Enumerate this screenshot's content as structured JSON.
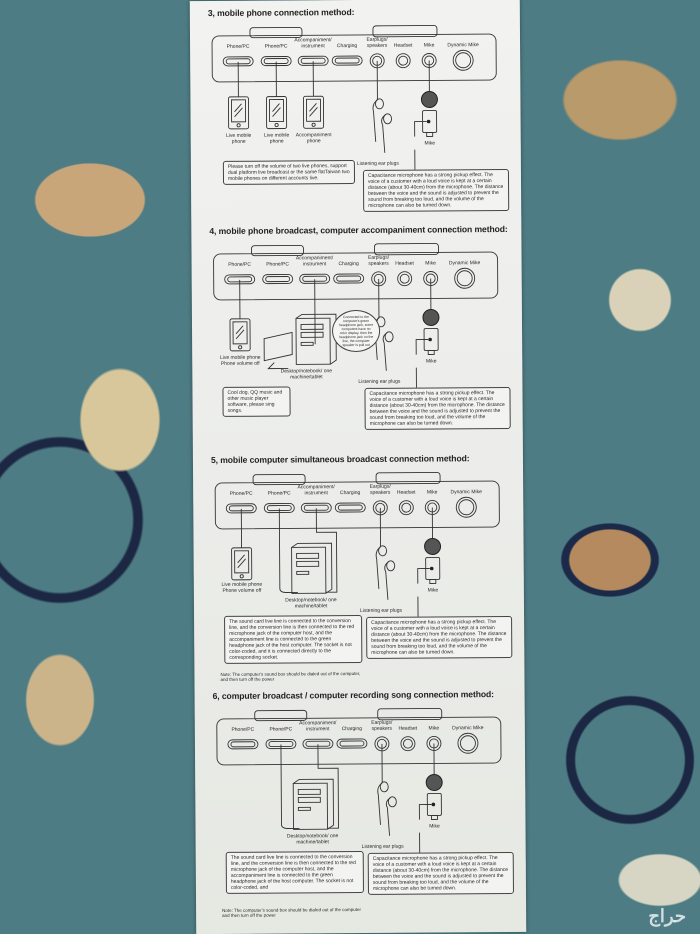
{
  "ports": [
    "Phone/PC",
    "Phone/PC",
    "Accompaniment/ instrument",
    "Charging",
    "Earplugs/ speakers",
    "Headset",
    "Mike",
    "Dynamic Mike"
  ],
  "capacitance_note": "Capacitance microphone has a strong pickup effect. The voice of a customer with a loud voice is kept at a certain distance (about 30-40cm) from the microphone. The distance between the voice and the sound is adjusted to prevent the sound from breaking too loud, and the volume of the microphone can also be turned down.",
  "earplugs_label": "Listening ear plugs",
  "mike_label": "Mike",
  "sections": [
    {
      "title": "3, mobile phone connection method:",
      "devices": [
        "Live mobile phone",
        "Live mobile phone",
        "Accompaniment phone"
      ],
      "left_note": "Please turn off the volume of two live phones, support dual platform live broadcast or the same flatTaiwan two mobile phones on different accounts live."
    },
    {
      "title": "4, mobile phone broadcast, computer accompaniment connection method:",
      "devices": [
        "Live mobile phone Phone volume off",
        "Desktop/notebook/ one machine/tablet"
      ],
      "bubble": "Connected to the computer's green headphone jack, some computers have no color display, then the headphone jack on the line, the computer speaker is pull out",
      "left_note": "Cool dog, QQ music and other music player software, please sing songs."
    },
    {
      "title": "5, mobile computer simultaneous broadcast connection method:",
      "devices": [
        "Live mobile phone Phone volume off",
        "Desktop/notebook/ one machine/tablet"
      ],
      "left_note": "The sound card live line is connected to the conversion line, and the conversion line is then connected to the red microphone jack of the computer host, and the accompaniment line is connected to the green headphone jack of the host computer. The socket is not color-coded, and it is connected directly to the corresponding socket.",
      "footer": "Note: The computer's sound box should be dialed out of the computer, and then turn off the power"
    },
    {
      "title": "6, computer broadcast / computer recording song connection method:",
      "devices": [
        "Desktop/notebook/ one machine/tablet"
      ],
      "left_note": "The sound card live line is connected to the conversion line, and the conversion line is then connected to the red microphone jack of the computer host, and the accompaniment line is connected to the green headphone jack of the host computer. The socket is not color-coded, and",
      "footer": "Note: The computer's sound box should be dialed out of the computer and then turn off the power"
    }
  ],
  "watermark": "حراج",
  "colors": {
    "paper": "#efefec",
    "ink": "#2a2a2a",
    "carpet": "#4e7c84"
  }
}
